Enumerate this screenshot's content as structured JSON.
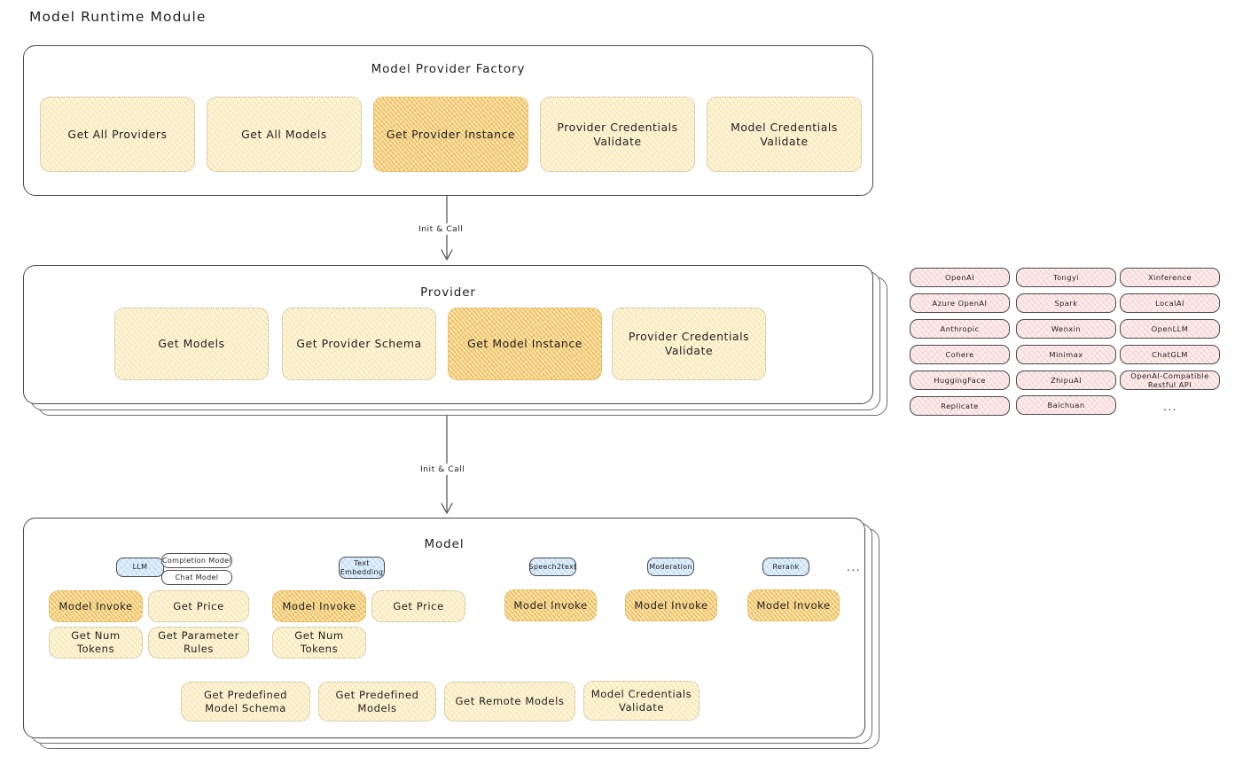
{
  "page": {
    "title": "Model Runtime Module"
  },
  "factory": {
    "title": "Model Provider Factory",
    "ops": [
      {
        "label": "Get All Providers",
        "highlight": false
      },
      {
        "label": "Get All Models",
        "highlight": false
      },
      {
        "label": "Get Provider Instance",
        "highlight": true
      },
      {
        "label": "Provider Credentials Validate",
        "highlight": false
      },
      {
        "label": "Model Credentials Validate",
        "highlight": false
      }
    ]
  },
  "arrows": [
    {
      "label": "Init & Call"
    },
    {
      "label": "Init & Call"
    }
  ],
  "provider": {
    "title": "Provider",
    "ops": [
      {
        "label": "Get Models",
        "highlight": false
      },
      {
        "label": "Get Provider Schema",
        "highlight": false
      },
      {
        "label": "Get Model Instance",
        "highlight": true
      },
      {
        "label": "Provider Credentials Validate",
        "highlight": false
      }
    ]
  },
  "provider_list": {
    "ellipsis": "...",
    "columns": [
      {
        "items": [
          "OpenAI",
          "Azure OpenAI",
          "Anthropic",
          "Cohere",
          "HuggingFace",
          "Replicate"
        ]
      },
      {
        "items": [
          "Tongyi",
          "Spark",
          "Wenxin",
          "Minimax",
          "ZhipuAI",
          "Baichuan"
        ]
      },
      {
        "items": [
          "Xinference",
          "LocalAI",
          "OpenLLM",
          "ChatGLM",
          "OpenAI-Compatible Restful API"
        ]
      }
    ]
  },
  "model": {
    "title": "Model",
    "ellipsis": "...",
    "types": [
      {
        "name": "LLM",
        "subtypes": [
          "Completion Model",
          "Chat Model"
        ],
        "ops": [
          {
            "label": "Model Invoke",
            "highlight": true
          },
          {
            "label": "Get Price",
            "highlight": false
          },
          {
            "label": "Get Num Tokens",
            "highlight": false
          },
          {
            "label": "Get Parameter Rules",
            "highlight": false
          }
        ]
      },
      {
        "name": "Text Embedding",
        "subtypes": [],
        "ops": [
          {
            "label": "Model Invoke",
            "highlight": true
          },
          {
            "label": "Get Price",
            "highlight": false
          },
          {
            "label": "Get Num Tokens",
            "highlight": false
          }
        ]
      },
      {
        "name": "Speech2text",
        "subtypes": [],
        "ops": [
          {
            "label": "Model Invoke",
            "highlight": true
          }
        ]
      },
      {
        "name": "Moderation",
        "subtypes": [],
        "ops": [
          {
            "label": "Model Invoke",
            "highlight": true
          }
        ]
      },
      {
        "name": "Rerank",
        "subtypes": [],
        "ops": [
          {
            "label": "Model Invoke",
            "highlight": true
          }
        ]
      }
    ],
    "common_ops": [
      {
        "label": "Get Predefined Model Schema"
      },
      {
        "label": "Get Predefined Models"
      },
      {
        "label": "Get Remote Models"
      },
      {
        "label": "Model Credentials Validate"
      }
    ]
  }
}
